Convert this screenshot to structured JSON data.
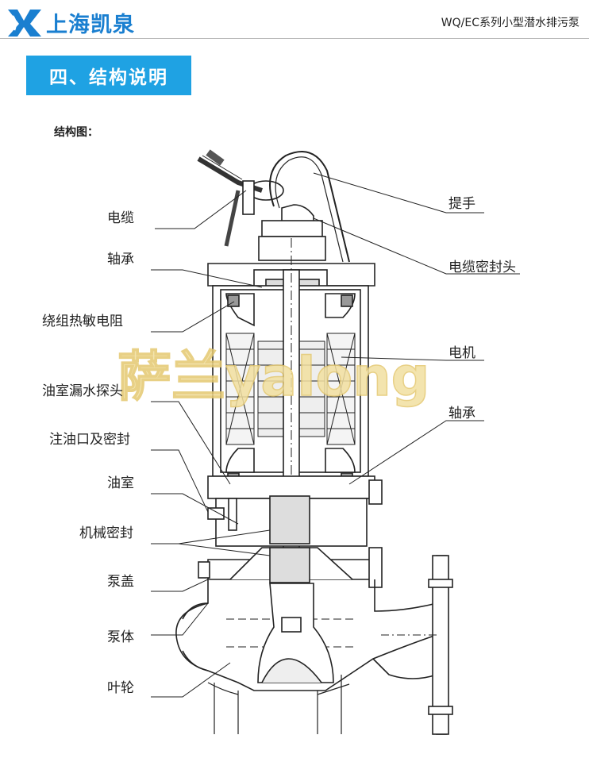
{
  "header": {
    "brand": "上海凯泉",
    "doc_title": "WQ/EC系列小型潜水排污泵",
    "brand_color": "#1a7fd0"
  },
  "section": {
    "title": "四、结构说明",
    "color": "#1fa2e3"
  },
  "figure": {
    "caption": "结构图：",
    "watermark": "萨兰yalong",
    "labels_left": [
      "电缆",
      "轴承",
      "绕组热敏电阻",
      "油室漏水探头",
      "注油口及密封",
      "油室",
      "机械密封",
      "泵盖",
      "泵体",
      "叶轮"
    ],
    "labels_right": [
      "提手",
      "电缆密封头",
      "电机",
      "轴承"
    ]
  }
}
